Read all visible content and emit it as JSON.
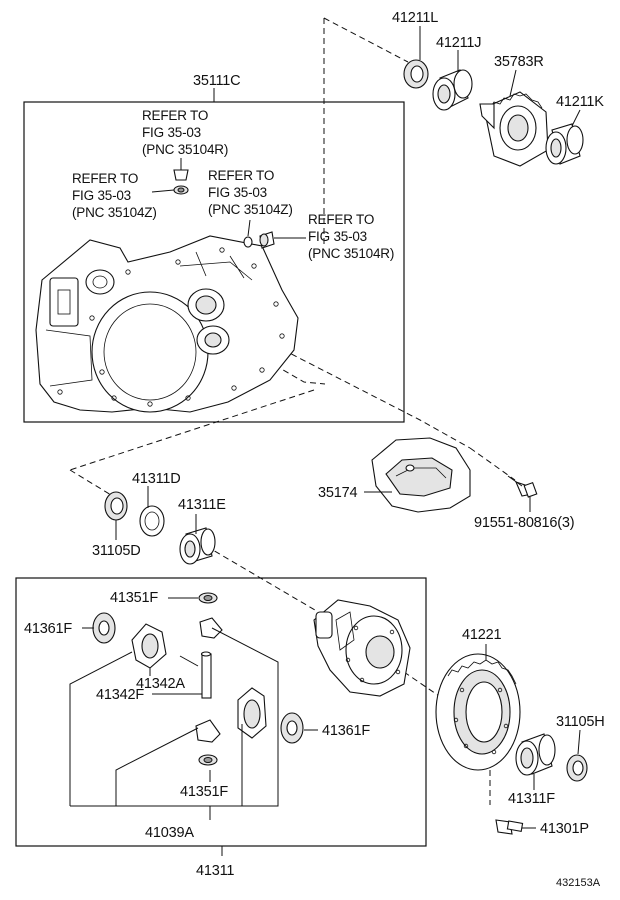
{
  "labels": {
    "p41211L": "41211L",
    "p41211J": "41211J",
    "p35783R": "35783R",
    "p41211K": "41211K",
    "p35111C": "35111C",
    "ref1": [
      "REFER TO",
      "FIG 35-03",
      "(PNC 35104R)"
    ],
    "ref2": [
      "REFER TO",
      "FIG 35-03",
      "(PNC 35104Z)"
    ],
    "ref3": [
      "REFER TO",
      "FIG 35-03",
      "(PNC 35104Z)"
    ],
    "ref4": [
      "REFER TO",
      "FIG 35-03",
      "(PNC 35104R)"
    ],
    "p35174": "35174",
    "p91551": "91551-80816(3)",
    "p41311D": "41311D",
    "p41311E": "41311E",
    "p31105D": "31105D",
    "p41351F_top": "41351F",
    "p41361F_left": "41361F",
    "p41342A": "41342A",
    "p41342F": "41342F",
    "p41361F_right": "41361F",
    "p41351F_bottom": "41351F",
    "p41039A": "41039A",
    "p41311": "41311",
    "p41221": "41221",
    "p31105H": "31105H",
    "p41311F": "41311F",
    "p41301P": "41301P",
    "figure_id": "432153A"
  },
  "icons": {
    "transaxle_case": "transaxle-case-icon",
    "bearing": "bearing-icon",
    "oil_seal": "oil-seal-icon",
    "gear": "gear-icon",
    "bolt": "bolt-icon",
    "differential_case": "differential-case-icon",
    "ring_gear": "ring-gear-icon",
    "washer": "thrust-washer-icon",
    "pinion_shaft": "pinion-shaft-icon",
    "plug": "plug-icon"
  }
}
